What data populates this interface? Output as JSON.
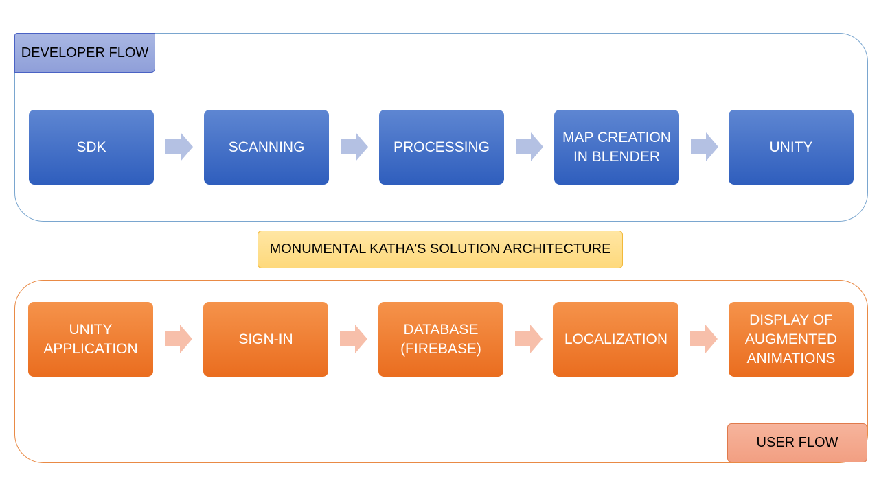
{
  "title": "MONUMENTAL KATHA'S SOLUTION ARCHITECTURE",
  "developer_flow": {
    "label": "DEVELOPER FLOW",
    "steps": [
      {
        "label": "SDK"
      },
      {
        "label": "SCANNING"
      },
      {
        "label": "PROCESSING"
      },
      {
        "label": "MAP CREATION\nIN BLENDER"
      },
      {
        "label": "UNITY"
      }
    ]
  },
  "user_flow": {
    "label": "USER FLOW",
    "steps": [
      {
        "label": "UNITY\nAPPLICATION"
      },
      {
        "label": "SIGN-IN"
      },
      {
        "label": "DATABASE\n(FIREBASE)"
      },
      {
        "label": "LOCALIZATION"
      },
      {
        "label": "DISPLAY OF\nAUGMENTED\nANIMATIONS"
      }
    ]
  },
  "colors": {
    "developer_step": "#2f5ebd",
    "developer_arrow": "#b4c1e3",
    "user_step": "#ea6d1f",
    "user_arrow": "#f7bfaa",
    "title_fill": "#fed97c"
  }
}
